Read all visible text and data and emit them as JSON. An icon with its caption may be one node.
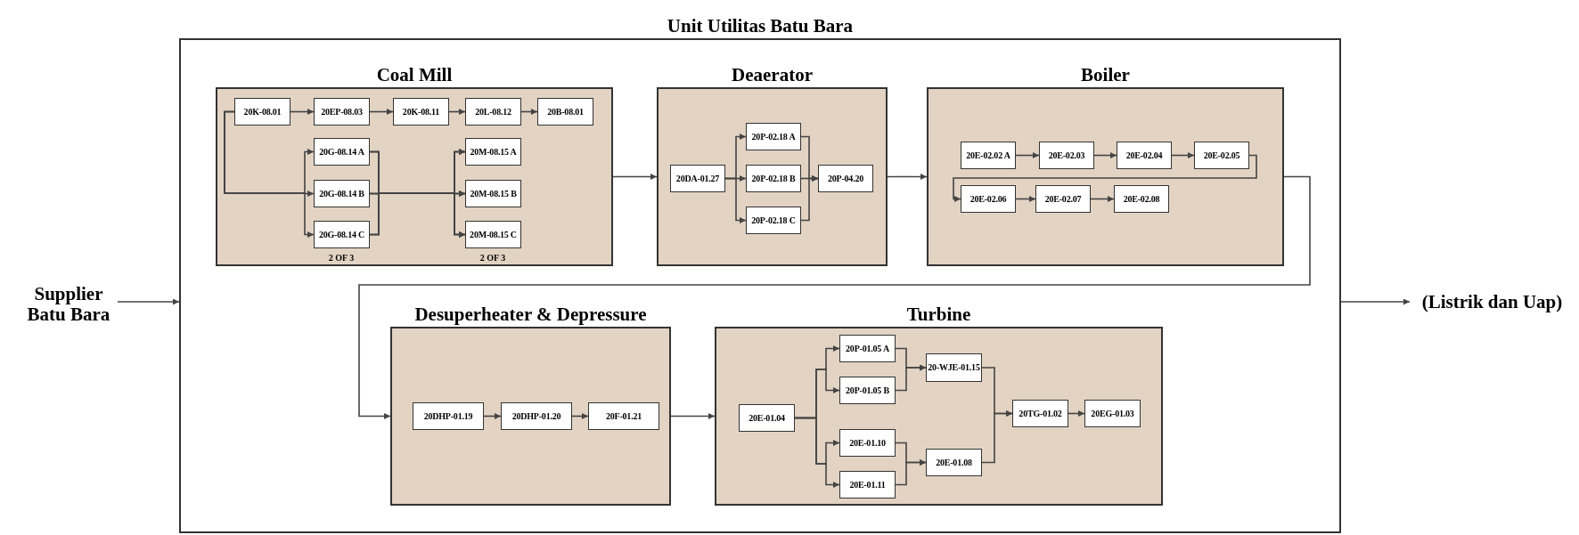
{
  "diagram": {
    "nodes": [
      {
        "text": [
          "Supplier Batu Bara"
        ]
      },
      {
        "text": [
          "Unit Utilitas Batu Bara"
        ]
      },
      {
        "text": [
          "(Listrik dan Uap)"
        ]
      },
      {
        "text": [
          "Coal Mill"
        ],
        "in": 1
      },
      {
        "text": [
          "20K-08.01"
        ],
        "in": 3
      },
      {
        "text": [
          "20EP-08.03"
        ],
        "in": 3
      },
      {
        "text": [
          "20K-08.11"
        ],
        "in": 3
      },
      {
        "text": [
          "20L-08.12"
        ],
        "in": 3
      },
      {
        "text": [
          "20B-08.01"
        ],
        "in": 3
      },
      {
        "text": [
          "20G-08.14 A"
        ],
        "in": 3
      },
      {
        "text": [
          "20G-08.14 B"
        ],
        "in": 3
      },
      {
        "text": [
          "20G-08.14 C"
        ],
        "in": 3
      },
      {
        "text": [
          "20M-08.15 A"
        ],
        "in": 3
      },
      {
        "text": [
          "20M-08.15 B"
        ],
        "in": 3
      },
      {
        "text": [
          "20M-08.15 C"
        ],
        "in": 3
      },
      {
        "text": [
          "Deaerator"
        ],
        "in": 1
      },
      {
        "text": [
          "20DA-01.27"
        ],
        "in": 15
      },
      {
        "text": [
          "20P-02.18 A"
        ],
        "in": 15
      },
      {
        "text": [
          "20P-02.18 B"
        ],
        "in": 15
      },
      {
        "text": [
          "20P-02.18 C"
        ],
        "in": 15
      },
      {
        "text": [
          "20P-04.20"
        ],
        "in": 15
      },
      {
        "text": [
          "Boiler"
        ],
        "in": 1
      },
      {
        "text": [
          "20E-02.02 A"
        ],
        "in": 21
      },
      {
        "text": [
          "20E-02.03"
        ],
        "in": 21
      },
      {
        "text": [
          "20E-02.04"
        ],
        "in": 21
      },
      {
        "text": [
          "20E-02.05"
        ],
        "in": 21
      },
      {
        "text": [
          "20E-02.06"
        ],
        "in": 21
      },
      {
        "text": [
          "20E-02.07"
        ],
        "in": 21
      },
      {
        "text": [
          "20E-02.08"
        ],
        "in": 21
      },
      {
        "text": [
          "Desuperheater & Depressure"
        ],
        "in": 1
      },
      {
        "text": [
          "20DHP-01.19"
        ],
        "in": 29
      },
      {
        "text": [
          "20DHP-01.20"
        ],
        "in": 29
      },
      {
        "text": [
          "20F-01.21"
        ],
        "in": 29
      },
      {
        "text": [
          "Turbine"
        ],
        "in": 1
      },
      {
        "text": [
          "20E-01.04"
        ],
        "in": 33
      },
      {
        "text": [
          "20P-01.05 A"
        ],
        "in": 33
      },
      {
        "text": [
          "20P-01.05 B"
        ],
        "in": 33
      },
      {
        "text": [
          "20-WJE-01.15"
        ],
        "in": 33
      },
      {
        "text": [
          "20E-01.10"
        ],
        "in": 33
      },
      {
        "text": [
          "20E-01.11"
        ],
        "in": 33
      },
      {
        "text": [
          "20E-01.08"
        ],
        "in": 33
      },
      {
        "text": [
          "20TG-01.02"
        ],
        "in": 33
      },
      {
        "text": [
          "20EG-01.03"
        ],
        "in": 33
      }
    ],
    "edges": [
      {
        "from": 0,
        "to": 1,
        "arrow": "to"
      },
      {
        "from": 1,
        "to": 2,
        "arrow": "to"
      },
      {
        "from": 4,
        "to": 5,
        "arrow": "to"
      },
      {
        "from": 5,
        "to": 6,
        "arrow": "to"
      },
      {
        "from": 6,
        "to": 7,
        "arrow": "to"
      },
      {
        "from": 7,
        "to": 8,
        "arrow": "to"
      },
      {
        "from": 4,
        "to": 9,
        "arrow": "to"
      },
      {
        "from": 4,
        "to": 10,
        "arrow": "to"
      },
      {
        "from": 4,
        "to": 11,
        "arrow": "to"
      },
      {
        "from": 9,
        "to": 12,
        "arrow": "to"
      },
      {
        "from": 9,
        "to": 13,
        "arrow": "to"
      },
      {
        "from": 9,
        "to": 14,
        "arrow": "to"
      },
      {
        "from": 10,
        "to": 12,
        "arrow": "to"
      },
      {
        "from": 10,
        "to": 13,
        "arrow": "to"
      },
      {
        "from": 10,
        "to": 14,
        "arrow": "to"
      },
      {
        "from": 11,
        "to": 12,
        "arrow": "to"
      },
      {
        "from": 11,
        "to": 13,
        "arrow": "to"
      },
      {
        "from": 11,
        "to": 14,
        "arrow": "to"
      },
      {
        "from": 3,
        "to": 15,
        "arrow": "to"
      },
      {
        "from": 16,
        "to": 17,
        "arrow": "to"
      },
      {
        "from": 16,
        "to": 18,
        "arrow": "to"
      },
      {
        "from": 16,
        "to": 19,
        "arrow": "to"
      },
      {
        "from": 17,
        "to": 20,
        "arrow": "to"
      },
      {
        "from": 18,
        "to": 20,
        "arrow": "to"
      },
      {
        "from": 19,
        "to": 20,
        "arrow": "to"
      },
      {
        "from": 15,
        "to": 21,
        "arrow": "to"
      },
      {
        "from": 22,
        "to": 23,
        "arrow": "to"
      },
      {
        "from": 23,
        "to": 24,
        "arrow": "to"
      },
      {
        "from": 24,
        "to": 25,
        "arrow": "to"
      },
      {
        "from": 25,
        "to": 26,
        "arrow": "to"
      },
      {
        "from": 26,
        "to": 27,
        "arrow": "to"
      },
      {
        "from": 27,
        "to": 28,
        "arrow": "to"
      },
      {
        "from": 21,
        "to": 29,
        "arrow": "to"
      },
      {
        "from": 30,
        "to": 31,
        "arrow": "to"
      },
      {
        "from": 31,
        "to": 32,
        "arrow": "to"
      },
      {
        "from": 29,
        "to": 33,
        "arrow": "to"
      },
      {
        "from": 34,
        "to": 35,
        "arrow": "to"
      },
      {
        "from": 34,
        "to": 36,
        "arrow": "to"
      },
      {
        "from": 34,
        "to": 38,
        "arrow": "to"
      },
      {
        "from": 34,
        "to": 39,
        "arrow": "to"
      },
      {
        "from": 35,
        "to": 37,
        "arrow": "to"
      },
      {
        "from": 36,
        "to": 37,
        "arrow": "to"
      },
      {
        "from": 38,
        "to": 40,
        "arrow": "to"
      },
      {
        "from": 39,
        "to": 40,
        "arrow": "to"
      },
      {
        "from": 37,
        "to": 41,
        "arrow": "to"
      },
      {
        "from": 40,
        "to": 41,
        "arrow": "to"
      },
      {
        "from": 41,
        "to": 42,
        "arrow": "to"
      }
    ],
    "labels": [
      "2 OF 3",
      "2 OF 3"
    ]
  }
}
